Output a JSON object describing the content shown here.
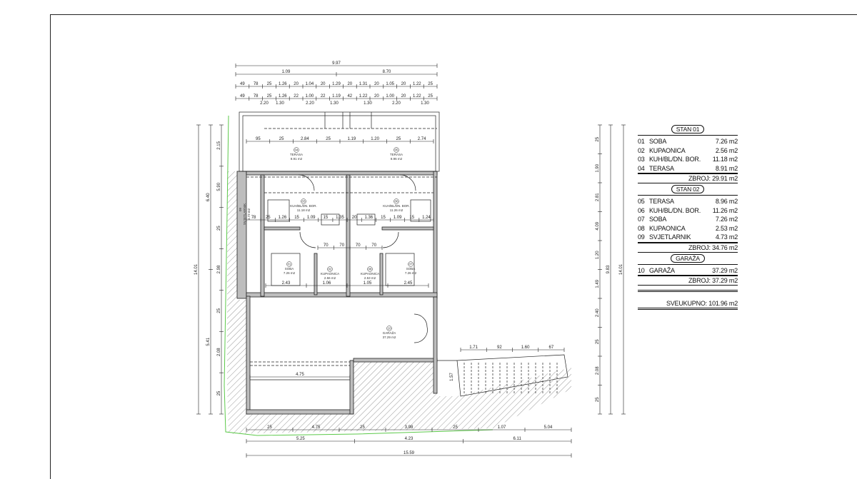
{
  "legend": {
    "sections": [
      {
        "header": "STAN 01",
        "rows": [
          [
            "01",
            "SOBA",
            "7.26 m2"
          ],
          [
            "02",
            "KUPAONICA",
            "2.56 m2"
          ],
          [
            "03",
            "KUH/BL/DN. BOR.",
            "11.18 m2"
          ],
          [
            "04",
            "TERASA",
            "8.91 m2"
          ]
        ],
        "total": "ZBROJ: 29.91 m2"
      },
      {
        "header": "STAN 02",
        "rows": [
          [
            "05",
            "TERASA",
            "8.96 m2"
          ],
          [
            "06",
            "KUH/BL/DN. BOR.",
            "11.26 m2"
          ],
          [
            "07",
            "SOBA",
            "7.26 m2"
          ],
          [
            "08",
            "KUPAONICA",
            "2.53 m2"
          ],
          [
            "09",
            "SVJETLARNIK",
            "4.73 m2"
          ]
        ],
        "total": "ZBROJ: 34.76 m2"
      },
      {
        "header": "GARAŽA",
        "rows": [
          [
            "10",
            "GARAŽA",
            "37.29 m2"
          ]
        ],
        "total": "ZBROJ: 37.29 m2"
      }
    ],
    "grand_total": "SVEUKUPNO:  101.96 m2"
  },
  "rooms": [
    {
      "no": "04",
      "name": "TERASA",
      "area": "8.91 m2"
    },
    {
      "no": "05",
      "name": "TERASA",
      "area": "8.96 m2"
    },
    {
      "no": "03",
      "name": "KUH/BL/DN. BOR.",
      "area": "11.18 m2"
    },
    {
      "no": "06",
      "name": "KUH/BL/DN. BOR.",
      "area": "11.26 m2"
    },
    {
      "no": "01",
      "name": "SOBA",
      "area": "7.26 m2"
    },
    {
      "no": "07",
      "name": "SOBA",
      "area": "7.26 m2"
    },
    {
      "no": "02",
      "name": "KUPAONICA",
      "area": "2.56 m2"
    },
    {
      "no": "08",
      "name": "KUPAONICA",
      "area": "2.53 m2"
    },
    {
      "no": "09",
      "name": "SVJETLARNIK",
      "area": "4.73 m2"
    },
    {
      "no": "10",
      "name": "GARAŽA",
      "area": "37.29 m2"
    }
  ],
  "dimensions": {
    "top_total": "9.97",
    "top_row2": [
      "1.09",
      "8.70"
    ],
    "top_row3": [
      "49",
      "78",
      "25",
      "1.26",
      "20",
      "1.04",
      "20",
      "1.29",
      "20",
      "1.31",
      "20",
      "1.05",
      "20",
      "1.22",
      "25"
    ],
    "top_row4": [
      "49",
      "78",
      "25",
      "1.26",
      "22",
      "1.00",
      "22",
      "1.19",
      "42",
      "1.22",
      "20",
      "1.00",
      "20",
      "1.22",
      "25"
    ],
    "top_row4_sub": [
      "2.20",
      "1.30",
      "2.20",
      "1.30",
      "1.30",
      "2.20",
      "1.30"
    ],
    "inner_row1": [
      "95",
      "25",
      "2.84",
      "25",
      "1.19",
      "1.20",
      "25",
      "2.74"
    ],
    "inner_row2": [
      "78",
      "25",
      "1.26",
      "15",
      "1.09",
      "15",
      "1.35",
      "20",
      "1.36",
      "15",
      "1.09",
      "15",
      "1.24"
    ],
    "bath_row": [
      "70",
      "70",
      "70",
      "70"
    ],
    "room_widths": [
      "2.43",
      "1.06",
      "1.05",
      "2.45"
    ],
    "garage_width": "4.75",
    "stair_dims": [
      "1.71",
      "92",
      "1.60",
      "67"
    ],
    "stair_side": "1.57",
    "bottom_row1": [
      "25",
      "4.75",
      "25",
      "3.98",
      "25",
      "1.07",
      "5.04"
    ],
    "bottom_row2": [
      "5.25",
      "4.23",
      "6.11"
    ],
    "bottom_total": "15.59",
    "left_total": "14.01",
    "left_mid": [
      "6.40",
      "5.41"
    ],
    "left_inner": [
      "2.15",
      "5.90",
      "25",
      "2.98",
      "25",
      "2.08",
      "25"
    ],
    "right_total": "14.01",
    "right_mid": "9.83",
    "right_inner": [
      "25",
      "1.90",
      "2.81",
      "4.09",
      "1.20",
      "1.49",
      "2.40",
      "25",
      "2.08",
      "25"
    ]
  },
  "colors": {
    "line": "#222222",
    "hatch": "#555555",
    "boundary": "#5cc94a",
    "wall_fill": "#bdbdbd"
  }
}
